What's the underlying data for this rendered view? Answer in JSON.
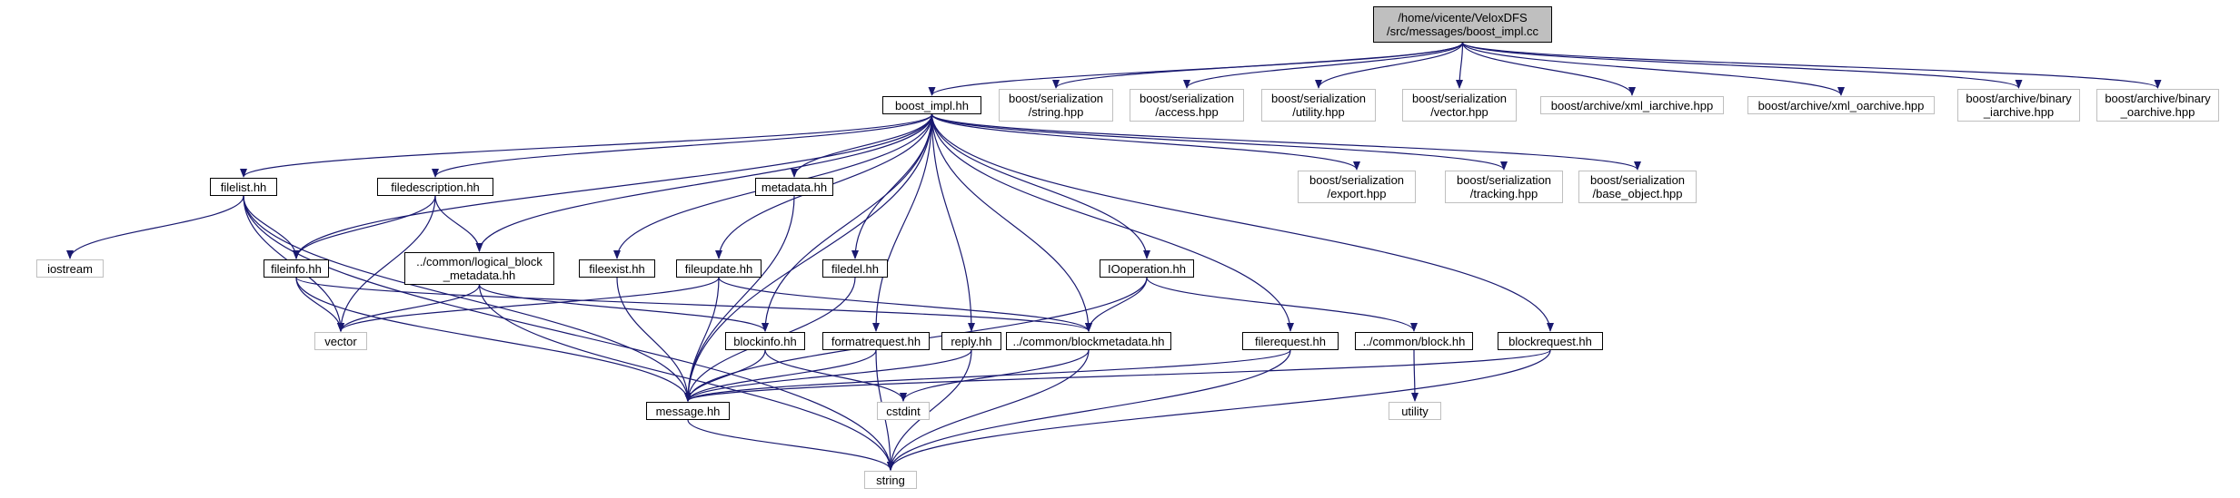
{
  "diagram": {
    "edge_color": "#191970",
    "nodes": [
      {
        "id": "root",
        "lines": [
          "/home/vicente/VeloxDFS",
          "/src/messages/boost_impl.cc"
        ],
        "kind": "root"
      },
      {
        "id": "boost_impl",
        "lines": [
          "boost_impl.hh"
        ],
        "kind": "internal"
      },
      {
        "id": "ser_string",
        "lines": [
          "boost/serialization",
          "/string.hpp"
        ],
        "kind": "external"
      },
      {
        "id": "ser_access",
        "lines": [
          "boost/serialization",
          "/access.hpp"
        ],
        "kind": "external"
      },
      {
        "id": "ser_utility",
        "lines": [
          "boost/serialization",
          "/utility.hpp"
        ],
        "kind": "external"
      },
      {
        "id": "ser_vector",
        "lines": [
          "boost/serialization",
          "/vector.hpp"
        ],
        "kind": "external"
      },
      {
        "id": "xml_iarchive",
        "lines": [
          "boost/archive/xml_iarchive.hpp"
        ],
        "kind": "external"
      },
      {
        "id": "xml_oarchive",
        "lines": [
          "boost/archive/xml_oarchive.hpp"
        ],
        "kind": "external"
      },
      {
        "id": "bin_iarchive",
        "lines": [
          "boost/archive/binary",
          "_iarchive.hpp"
        ],
        "kind": "external"
      },
      {
        "id": "bin_oarchive",
        "lines": [
          "boost/archive/binary",
          "_oarchive.hpp"
        ],
        "kind": "external"
      },
      {
        "id": "filelist",
        "lines": [
          "filelist.hh"
        ],
        "kind": "internal"
      },
      {
        "id": "filedescription",
        "lines": [
          "filedescription.hh"
        ],
        "kind": "internal"
      },
      {
        "id": "metadata",
        "lines": [
          "metadata.hh"
        ],
        "kind": "internal"
      },
      {
        "id": "ser_export",
        "lines": [
          "boost/serialization",
          "/export.hpp"
        ],
        "kind": "external"
      },
      {
        "id": "ser_tracking",
        "lines": [
          "boost/serialization",
          "/tracking.hpp"
        ],
        "kind": "external"
      },
      {
        "id": "ser_base_object",
        "lines": [
          "boost/serialization",
          "/base_object.hpp"
        ],
        "kind": "external"
      },
      {
        "id": "iostream",
        "lines": [
          "iostream"
        ],
        "kind": "external"
      },
      {
        "id": "fileinfo",
        "lines": [
          "fileinfo.hh"
        ],
        "kind": "internal"
      },
      {
        "id": "logical_block",
        "lines": [
          "../common/logical_block",
          "_metadata.hh"
        ],
        "kind": "internal"
      },
      {
        "id": "fileexist",
        "lines": [
          "fileexist.hh"
        ],
        "kind": "internal"
      },
      {
        "id": "fileupdate",
        "lines": [
          "fileupdate.hh"
        ],
        "kind": "internal"
      },
      {
        "id": "filedel",
        "lines": [
          "filedel.hh"
        ],
        "kind": "internal"
      },
      {
        "id": "iooperation",
        "lines": [
          "IOoperation.hh"
        ],
        "kind": "internal"
      },
      {
        "id": "vector",
        "lines": [
          "vector"
        ],
        "kind": "external"
      },
      {
        "id": "blockinfo",
        "lines": [
          "blockinfo.hh"
        ],
        "kind": "internal"
      },
      {
        "id": "formatrequest",
        "lines": [
          "formatrequest.hh"
        ],
        "kind": "internal"
      },
      {
        "id": "reply",
        "lines": [
          "reply.hh"
        ],
        "kind": "internal"
      },
      {
        "id": "blockmetadata",
        "lines": [
          "../common/blockmetadata.hh"
        ],
        "kind": "internal"
      },
      {
        "id": "filerequest",
        "lines": [
          "filerequest.hh"
        ],
        "kind": "internal"
      },
      {
        "id": "common_block",
        "lines": [
          "../common/block.hh"
        ],
        "kind": "internal"
      },
      {
        "id": "blockrequest",
        "lines": [
          "blockrequest.hh"
        ],
        "kind": "internal"
      },
      {
        "id": "message",
        "lines": [
          "message.hh"
        ],
        "kind": "internal"
      },
      {
        "id": "cstdint",
        "lines": [
          "cstdint"
        ],
        "kind": "external"
      },
      {
        "id": "utility",
        "lines": [
          "utility"
        ],
        "kind": "external"
      },
      {
        "id": "string",
        "lines": [
          "string"
        ],
        "kind": "external"
      }
    ],
    "edges": [
      [
        "root",
        "boost_impl"
      ],
      [
        "root",
        "ser_string"
      ],
      [
        "root",
        "ser_access"
      ],
      [
        "root",
        "ser_utility"
      ],
      [
        "root",
        "ser_vector"
      ],
      [
        "root",
        "xml_iarchive"
      ],
      [
        "root",
        "xml_oarchive"
      ],
      [
        "root",
        "bin_iarchive"
      ],
      [
        "root",
        "bin_oarchive"
      ],
      [
        "boost_impl",
        "filelist"
      ],
      [
        "boost_impl",
        "filedescription"
      ],
      [
        "boost_impl",
        "metadata"
      ],
      [
        "boost_impl",
        "ser_export"
      ],
      [
        "boost_impl",
        "ser_tracking"
      ],
      [
        "boost_impl",
        "ser_base_object"
      ],
      [
        "boost_impl",
        "fileinfo"
      ],
      [
        "boost_impl",
        "logical_block"
      ],
      [
        "boost_impl",
        "fileexist"
      ],
      [
        "boost_impl",
        "fileupdate"
      ],
      [
        "boost_impl",
        "filedel"
      ],
      [
        "boost_impl",
        "iooperation"
      ],
      [
        "boost_impl",
        "blockinfo"
      ],
      [
        "boost_impl",
        "formatrequest"
      ],
      [
        "boost_impl",
        "reply"
      ],
      [
        "boost_impl",
        "blockmetadata"
      ],
      [
        "boost_impl",
        "filerequest"
      ],
      [
        "boost_impl",
        "blockrequest"
      ],
      [
        "boost_impl",
        "message"
      ],
      [
        "filelist",
        "iostream"
      ],
      [
        "filelist",
        "fileinfo"
      ],
      [
        "filelist",
        "vector"
      ],
      [
        "filelist",
        "message"
      ],
      [
        "filelist",
        "string"
      ],
      [
        "filedescription",
        "fileinfo"
      ],
      [
        "filedescription",
        "logical_block"
      ],
      [
        "filedescription",
        "vector"
      ],
      [
        "fileinfo",
        "vector"
      ],
      [
        "fileinfo",
        "message"
      ],
      [
        "fileinfo",
        "blockmetadata"
      ],
      [
        "logical_block",
        "vector"
      ],
      [
        "logical_block",
        "blockinfo"
      ],
      [
        "logical_block",
        "string"
      ],
      [
        "fileexist",
        "message"
      ],
      [
        "fileupdate",
        "vector"
      ],
      [
        "fileupdate",
        "message"
      ],
      [
        "fileupdate",
        "blockmetadata"
      ],
      [
        "metadata",
        "message"
      ],
      [
        "filedel",
        "message"
      ],
      [
        "iooperation",
        "blockmetadata"
      ],
      [
        "iooperation",
        "common_block"
      ],
      [
        "iooperation",
        "message"
      ],
      [
        "blockinfo",
        "message"
      ],
      [
        "blockinfo",
        "cstdint"
      ],
      [
        "formatrequest",
        "message"
      ],
      [
        "formatrequest",
        "string"
      ],
      [
        "reply",
        "message"
      ],
      [
        "reply",
        "string"
      ],
      [
        "blockmetadata",
        "cstdint"
      ],
      [
        "blockmetadata",
        "string"
      ],
      [
        "filerequest",
        "message"
      ],
      [
        "filerequest",
        "string"
      ],
      [
        "common_block",
        "utility"
      ],
      [
        "blockrequest",
        "message"
      ],
      [
        "blockrequest",
        "string"
      ],
      [
        "message",
        "string"
      ]
    ]
  }
}
